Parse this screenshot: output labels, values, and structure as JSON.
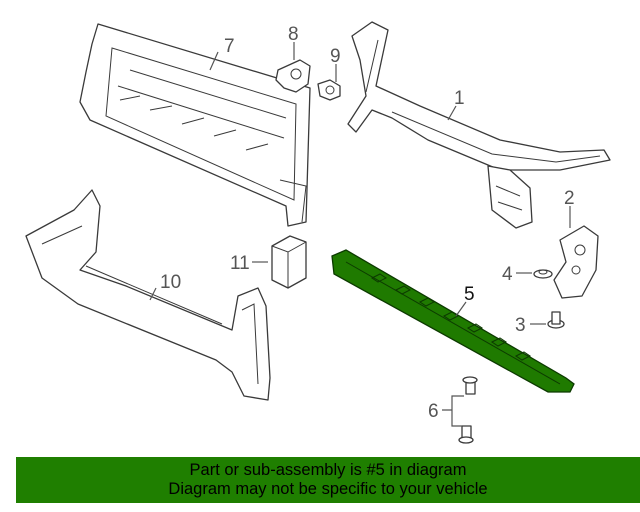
{
  "diagram": {
    "callouts": {
      "p1": "1",
      "p2": "2",
      "p3": "3",
      "p4": "4",
      "p5": "5",
      "p6": "6",
      "p7": "7",
      "p8": "8",
      "p9": "9",
      "p10": "10",
      "p11": "11"
    },
    "colors": {
      "highlight_fill": "#1f7a00",
      "line": "#3a3a3a",
      "callout": "#555555"
    }
  },
  "banner": {
    "line1": "Part or sub-assembly is #5 in diagram",
    "line2": "Diagram may not be specific to your vehicle",
    "background": "#1f7f00"
  }
}
